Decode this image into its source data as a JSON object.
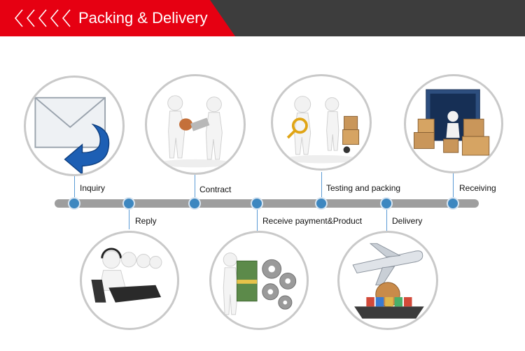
{
  "header": {
    "title": "Packing & Delivery",
    "accent_color": "#e60012",
    "bar_color": "#3d3d3d",
    "icon": "chevrons-left-icon"
  },
  "steps": [
    {
      "label": "Inquiry",
      "icon": "envelope-reply-icon"
    },
    {
      "label": "Reply",
      "icon": "call-center-icon"
    },
    {
      "label": "Contract",
      "icon": "handshake-contract-icon"
    },
    {
      "label": "Receive payment&Product",
      "icon": "money-gears-icon"
    },
    {
      "label": "Testing and packing",
      "icon": "magnifier-handtruck-icon"
    },
    {
      "label": "Delivery",
      "icon": "airplane-ship-icon"
    },
    {
      "label": "Receiving",
      "icon": "container-boxes-icon"
    }
  ],
  "colors": {
    "node": "#3d87c0",
    "timeline": "#9e9e9e",
    "circle_border": "#c9c9c9"
  }
}
